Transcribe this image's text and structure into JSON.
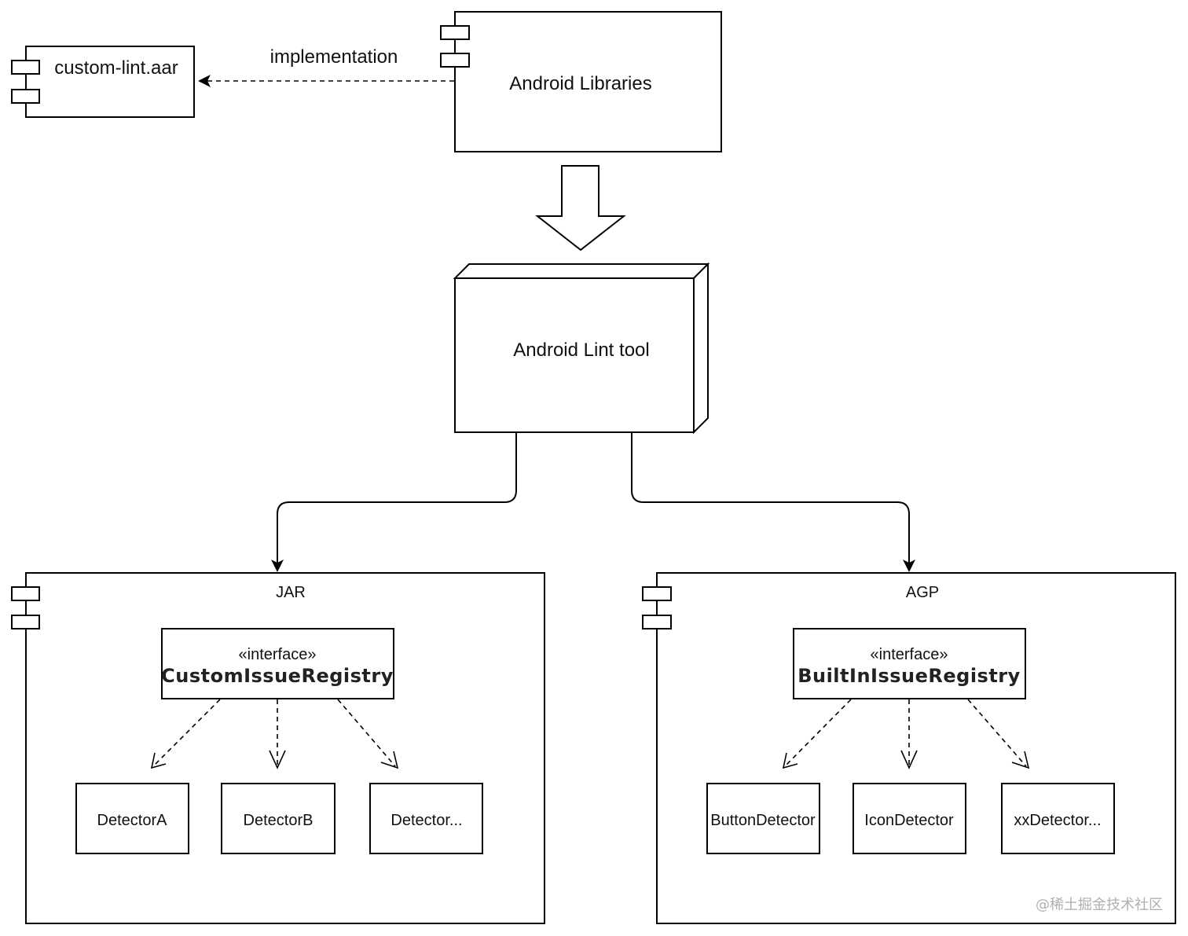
{
  "nodes": {
    "custom_lint_aar": "custom-lint.aar",
    "android_libraries": "Android Libraries",
    "android_lint_tool": "Android Lint tool",
    "jar": "JAR",
    "agp": "AGP"
  },
  "edges": {
    "implementation": "implementation"
  },
  "jar_registry": {
    "stereotype": "«interface»",
    "name": "CustomIssueRegistry",
    "detectors": [
      "DetectorA",
      "DetectorB",
      "Detector..."
    ]
  },
  "agp_registry": {
    "stereotype": "«interface»",
    "name": "BuiltInIssueRegistry",
    "detectors": [
      "ButtonDetector",
      "IconDetector",
      "xxDetector..."
    ]
  },
  "watermark": "@稀土掘金技术社区"
}
